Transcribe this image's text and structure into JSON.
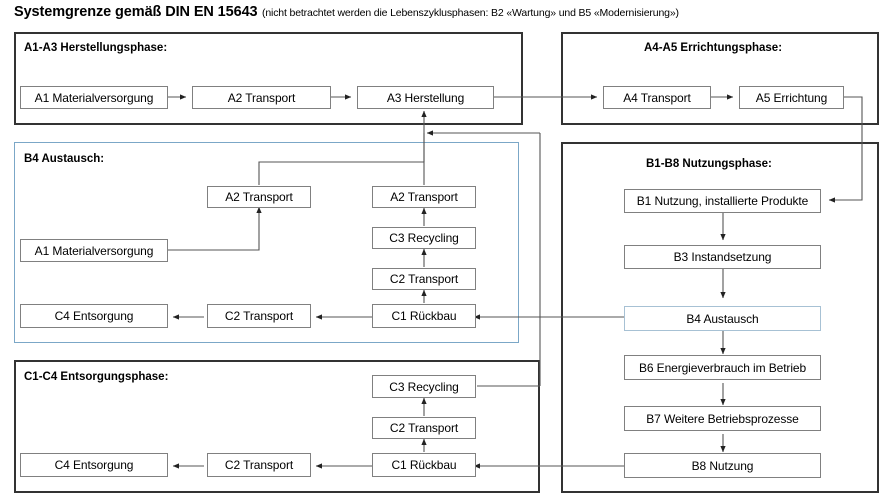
{
  "title": {
    "main": "Systemgrenze gemäß DIN EN 15643",
    "sub": "(nicht betrachtet werden die Lebenszyklusphasen: B2 «Wartung» und B5 «Modernisierung»)"
  },
  "colors": {
    "group_border": "#333333",
    "accent_border": "#7ba7c7",
    "node_border": "#808080",
    "connector": "#555555",
    "background": "#ffffff"
  },
  "groups": {
    "a1a3": {
      "label": "A1-A3 Herstellungsphase:"
    },
    "a4a5": {
      "label": "A4-A5 Errichtungsphase:"
    },
    "b4": {
      "label": "B4 Austausch:"
    },
    "c1c4": {
      "label": "C1-C4 Entsorgungsphase:"
    },
    "b1b8": {
      "label": "B1-B8 Nutzungsphase:"
    }
  },
  "nodes": {
    "a1a3_a1": "A1 Materialversorgung",
    "a1a3_a2": "A2 Transport",
    "a1a3_a3": "A3 Herstellung",
    "a4a5_a4": "A4 Transport",
    "a4a5_a5": "A5 Errichtung",
    "b4_a2_left": "A2 Transport",
    "b4_a1": "A1 Materialversorgung",
    "b4_a2_right": "A2 Transport",
    "b4_c3": "C3 Recycling",
    "b4_c2_up": "C2 Transport",
    "b4_c1": "C1 Rückbau",
    "b4_c2_left": "C2 Transport",
    "b4_c4": "C4 Entsorgung",
    "c_c3": "C3 Recycling",
    "c_c2_up": "C2 Transport",
    "c_c1": "C1 Rückbau",
    "c_c2_left": "C2 Transport",
    "c_c4": "C4 Entsorgung",
    "b_b1": "B1 Nutzung, installierte Produkte",
    "b_b3": "B3 Instandsetzung",
    "b_b4": "B4 Austausch",
    "b_b6": "B6 Energieverbrauch im Betrieb",
    "b_b7": "B7 Weitere Betriebsprozesse",
    "b_b8": "B8 Nutzung"
  }
}
